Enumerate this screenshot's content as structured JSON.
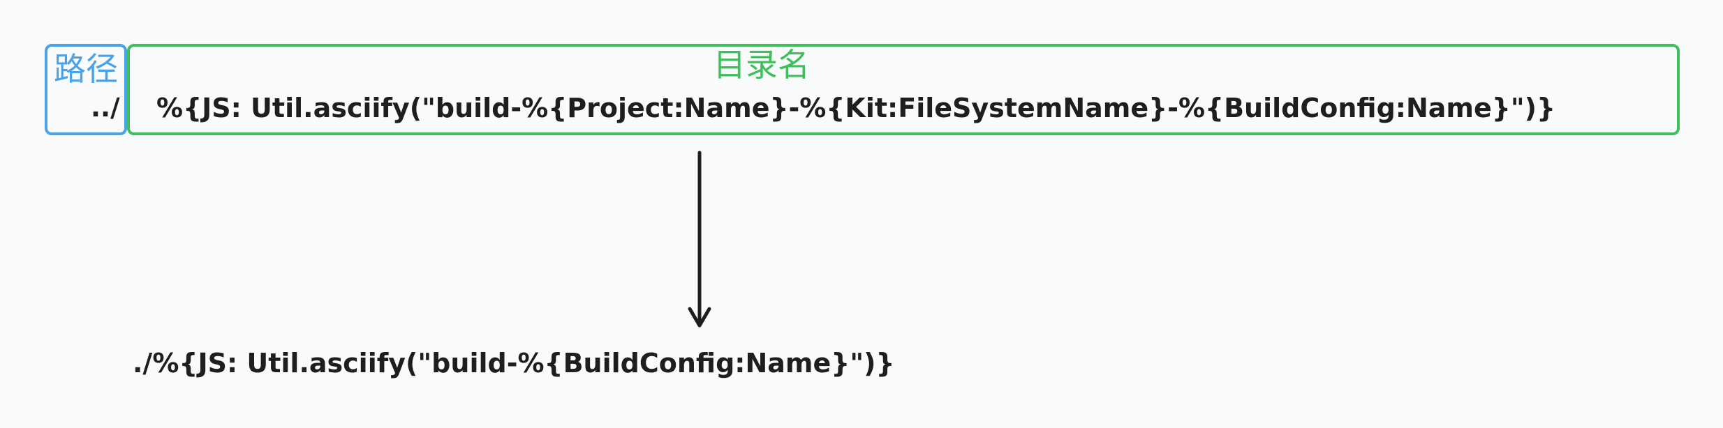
{
  "labels": {
    "path": "路径",
    "directory_name": "目录名"
  },
  "expressions": {
    "original_prefix": "../",
    "original_body": "%{JS: Util.asciify(\"build-%{Project:Name}-%{Kit:FileSystemName}-%{BuildConfig:Name}\")}",
    "result": "./%{JS: Util.asciify(\"build-%{BuildConfig:Name}\")}"
  },
  "colors": {
    "path_box": "#4aa3e8",
    "directory_box": "#3fbf5a",
    "text": "#1e1e1e",
    "background": "#f9fafc"
  }
}
